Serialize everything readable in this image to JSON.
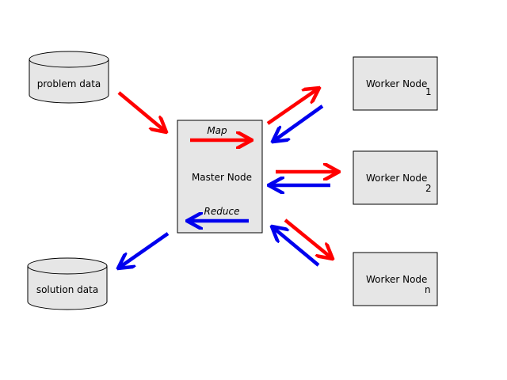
{
  "stores": {
    "input": {
      "label": "problem data"
    },
    "output": {
      "label": "solution data"
    }
  },
  "master": {
    "label": "Master Node",
    "map_label": "Map",
    "reduce_label": "Reduce"
  },
  "workers": [
    {
      "label": "Worker Node",
      "index": "1"
    },
    {
      "label": "Worker Node",
      "index": "2"
    },
    {
      "label": "Worker Node",
      "index": "n"
    }
  ],
  "colors": {
    "box_fill": "#e6e6e6",
    "stroke": "#000000",
    "dispatch_arrow": "#ff0000",
    "return_arrow": "#0000ee"
  }
}
